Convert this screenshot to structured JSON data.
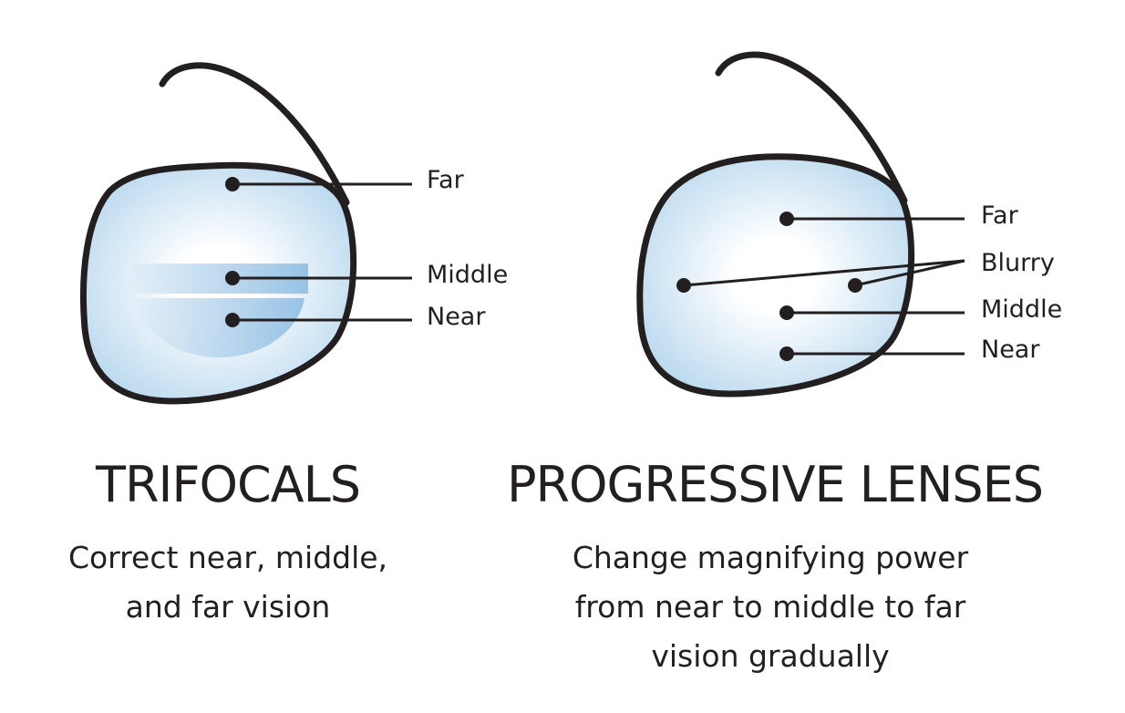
{
  "trifocals": {
    "title": "TRIFOCALS",
    "description_lines": [
      "Correct near, middle,",
      "and far vision"
    ],
    "labels": {
      "far": "Far",
      "middle": "Middle",
      "near": "Near"
    }
  },
  "progressive": {
    "title": "PROGRESSIVE LENSES",
    "description_lines": [
      "Change magnifying power",
      "from near to middle to far",
      "vision gradually"
    ],
    "labels": {
      "far": "Far",
      "blurry": "Blurry",
      "middle": "Middle",
      "near": "Near"
    }
  },
  "colors": {
    "outline": "#231f20",
    "lens_center": "#ffffff",
    "lens_edge": "#b7d7ee",
    "segment": "#8fbde3"
  }
}
